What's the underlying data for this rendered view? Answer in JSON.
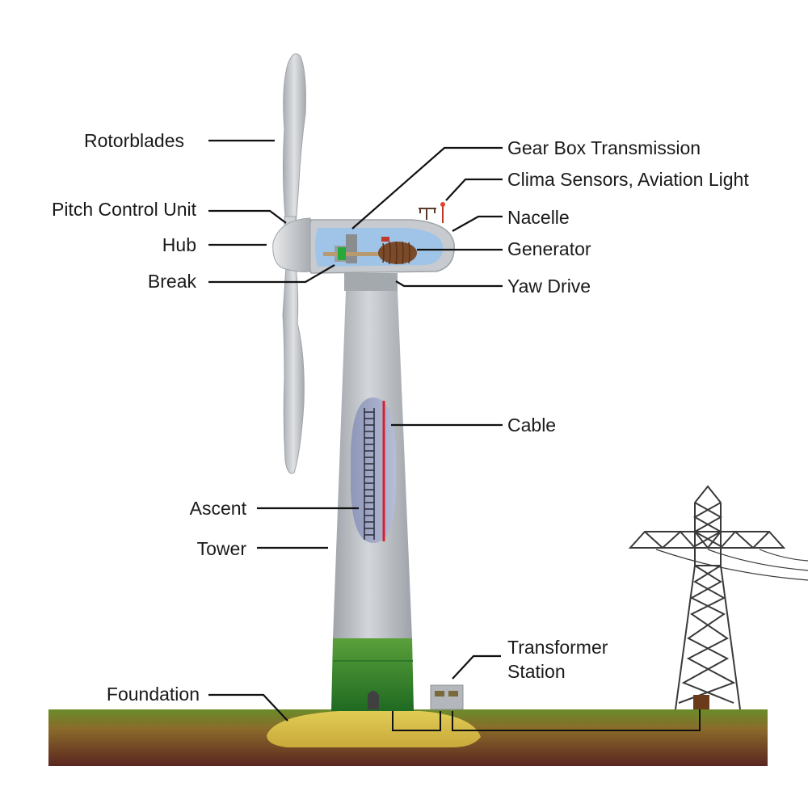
{
  "labels": {
    "rotorblades": "Rotorblades",
    "pitch_control_unit": "Pitch Control Unit",
    "hub": "Hub",
    "break": "Break",
    "ascent": "Ascent",
    "tower": "Tower",
    "foundation": "Foundation",
    "gear_box": "Gear Box Transmission",
    "clima_sensors": "Clima Sensors, Aviation Light",
    "nacelle": "Nacelle",
    "generator": "Generator",
    "yaw_drive": "Yaw Drive",
    "cable": "Cable",
    "transformer_line1": "Transformer",
    "transformer_line2": "Station"
  },
  "colors": {
    "tower_gray": "#b4b8bd",
    "tower_green": "#3f8c2c",
    "ground_top": "#6f8a2a",
    "ground_bottom": "#5a2a1e",
    "foundation": "#d8c24a",
    "cable": "#d6202e",
    "nacelle_interior": "#9fc4e8",
    "generator": "#7a4a2a"
  }
}
